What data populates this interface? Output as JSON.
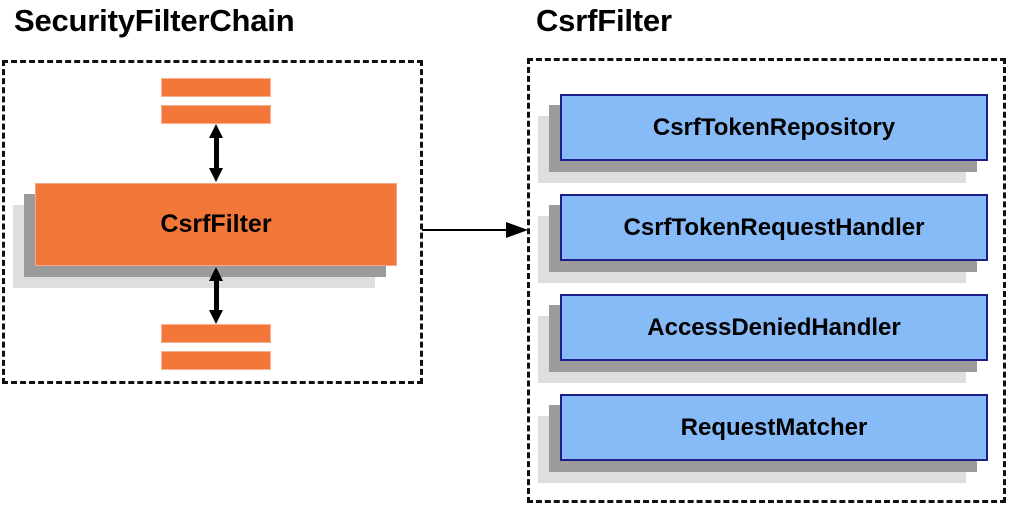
{
  "diagram": {
    "background_color": "#ffffff",
    "panels": [
      {
        "id": "security-filter-chain",
        "title": "SecurityFilterChain",
        "border_style": "dashed",
        "border_color": "#111111"
      },
      {
        "id": "csrf-filter",
        "title": "CsrfFilter",
        "border_style": "dashed",
        "border_color": "#111111"
      }
    ],
    "left_panel": {
      "title": "SecurityFilterChain",
      "highlighted_filter": {
        "label": "CsrfFilter",
        "fill_color": "#f4773a",
        "border_color": "#f3a884",
        "shadow_near_color": "#9b9b9b",
        "shadow_far_color": "#dededd"
      },
      "bars_above": [
        {
          "name": "filter-bar-above-1",
          "fill_color": "#f4773a"
        },
        {
          "name": "filter-bar-above-2",
          "fill_color": "#f4773a"
        }
      ],
      "bars_below": [
        {
          "name": "filter-bar-below-1",
          "fill_color": "#f4773a"
        },
        {
          "name": "filter-bar-below-2",
          "fill_color": "#f4773a"
        }
      ],
      "arrows": [
        {
          "name": "arrow-above-csrffilter",
          "direction": "bidirectional",
          "orientation": "vertical"
        },
        {
          "name": "arrow-below-csrffilter",
          "direction": "bidirectional",
          "orientation": "vertical"
        }
      ]
    },
    "connector": {
      "name": "csrffilter-to-collaborators",
      "direction": "right",
      "style": "solid-line-with-arrowhead",
      "color": "#000000"
    },
    "right_panel": {
      "title": "CsrfFilter",
      "components": [
        {
          "label": "CsrfTokenRepository",
          "fill_color": "#86bbf7",
          "border_color": "#1d1d8c"
        },
        {
          "label": "CsrfTokenRequestHandler",
          "fill_color": "#86bbf7",
          "border_color": "#1d1d8c"
        },
        {
          "label": "AccessDeniedHandler",
          "fill_color": "#86bbf7",
          "border_color": "#1d1d8c"
        },
        {
          "label": "RequestMatcher",
          "fill_color": "#86bbf7",
          "border_color": "#1d1d8c"
        }
      ]
    }
  }
}
